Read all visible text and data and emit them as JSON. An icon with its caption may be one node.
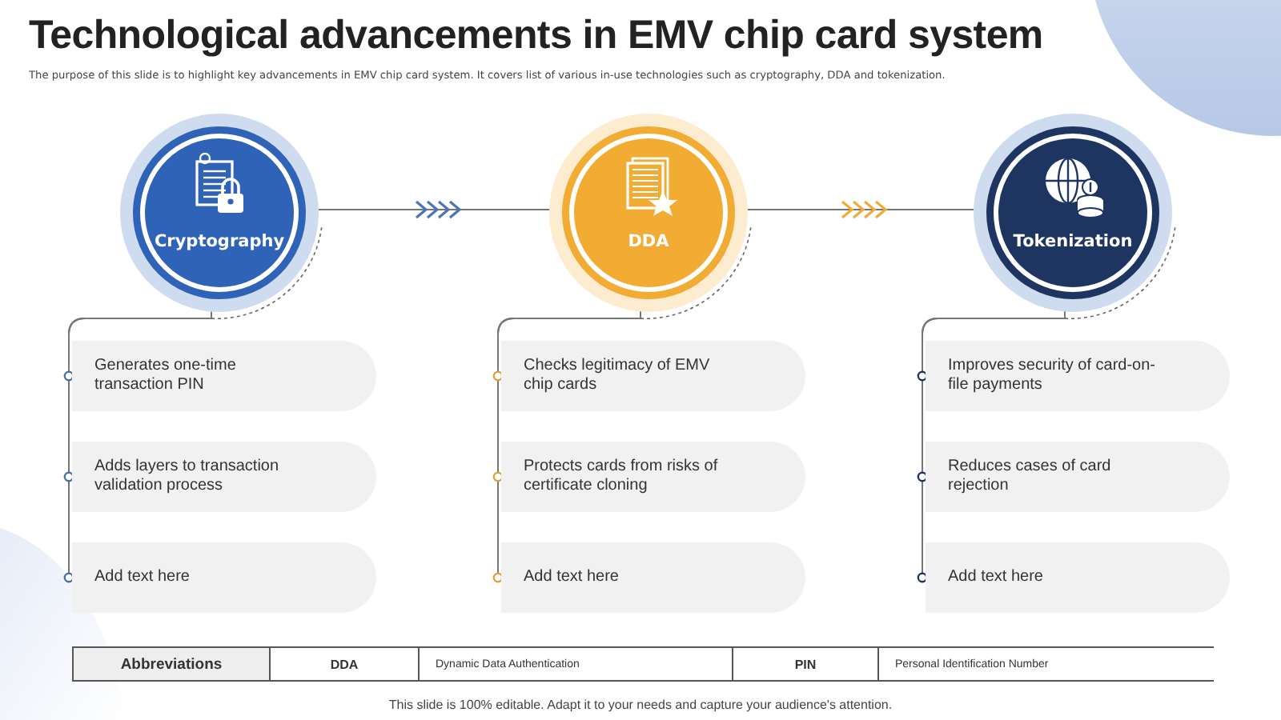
{
  "diagram": {
    "title": "Technological advancements in EMV chip card system",
    "nodes": [
      {
        "text": [
          "Cryptography"
        ]
      },
      {
        "text": [
          "DDA"
        ]
      },
      {
        "text": [
          "Tokenization"
        ]
      },
      {
        "text": [
          "Generates one-time transaction PIN"
        ]
      },
      {
        "text": [
          "Adds layers to transaction validation process"
        ]
      },
      {
        "text": [
          "Add text here"
        ]
      },
      {
        "text": [
          "Checks legitimacy of EMV chip cards"
        ]
      },
      {
        "text": [
          "Protects cards from risks of certificate cloning"
        ]
      },
      {
        "text": [
          "Add text here"
        ]
      },
      {
        "text": [
          "Improves security of card-on-file payments"
        ]
      },
      {
        "text": [
          "Reduces cases of card rejection"
        ]
      },
      {
        "text": [
          "Add text here"
        ]
      }
    ],
    "edges": [
      {
        "from": 0,
        "to": 1,
        "arrow": "to"
      },
      {
        "from": 1,
        "to": 2,
        "arrow": "to"
      },
      {
        "from": 0,
        "to": 3,
        "arrow": "none"
      },
      {
        "from": 0,
        "to": 4,
        "arrow": "none"
      },
      {
        "from": 0,
        "to": 5,
        "arrow": "none"
      },
      {
        "from": 1,
        "to": 6,
        "arrow": "none"
      },
      {
        "from": 1,
        "to": 7,
        "arrow": "none"
      },
      {
        "from": 1,
        "to": 8,
        "arrow": "none"
      },
      {
        "from": 2,
        "to": 9,
        "arrow": "none"
      },
      {
        "from": 2,
        "to": 10,
        "arrow": "none"
      },
      {
        "from": 2,
        "to": 11,
        "arrow": "none"
      }
    ],
    "labels": [
      "The purpose of this slide is to highlight key advancements in EMV chip card system. It covers list of various in-use technologies such as cryptography, DDA and tokenization.",
      "Abbreviations",
      "DDA",
      "Dynamic Data Authentication",
      "PIN",
      "Personal Identification Number",
      "This slide is 100% editable. Adapt it to your needs and capture your audience's attention."
    ]
  }
}
